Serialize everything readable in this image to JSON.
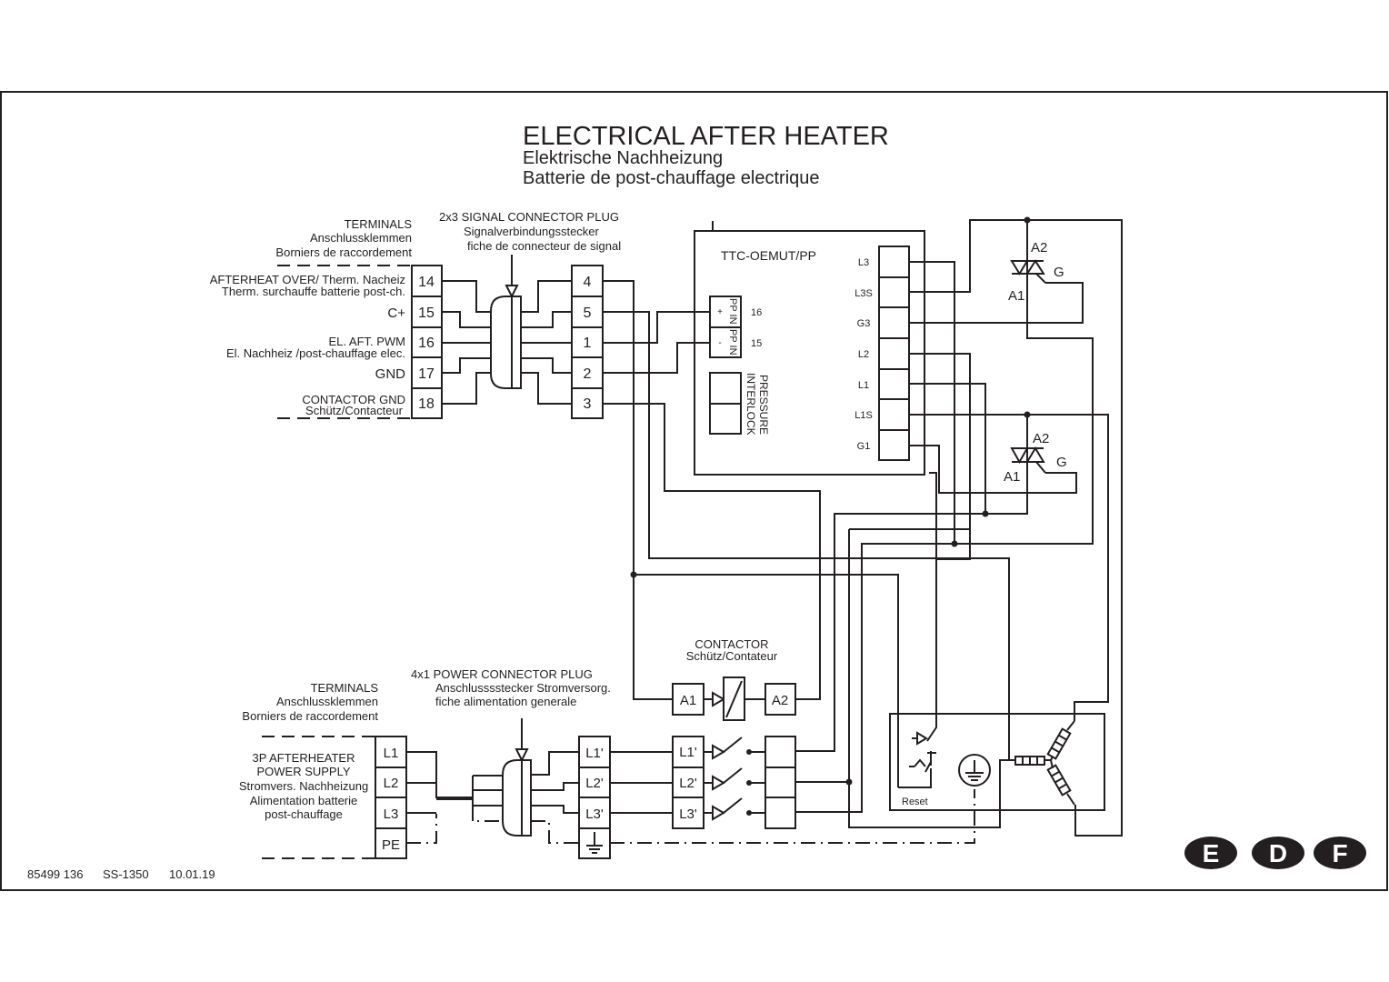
{
  "title": {
    "main": "ELECTRICAL AFTER HEATER",
    "de": "Elektrische Nachheizung",
    "fr": "Batterie de post-chauffage electrique"
  },
  "signal_terminals": {
    "heading": [
      "TERMINALS",
      "Anschlussklemmen",
      "Borniers de raccordement"
    ],
    "rows": [
      {
        "number": "14",
        "label1": "AFTERHEAT OVER/ Therm. Nacheiz",
        "label2": "Therm. surchauffe batterie post-ch."
      },
      {
        "number": "15",
        "label1": "C+",
        "label2": ""
      },
      {
        "number": "16",
        "label1": "EL. AFT. PWM",
        "label2": "El. Nachheiz /post-chauffage elec."
      },
      {
        "number": "17",
        "label1": "GND",
        "label2": ""
      },
      {
        "number": "18",
        "label1": "CONTACTOR GND",
        "label2": "Schütz/Contacteur"
      }
    ]
  },
  "signal_plug": {
    "heading": [
      "2x3 SIGNAL CONNECTOR PLUG",
      "Signalverbindungsstecker",
      "fiche de connecteur de signal"
    ],
    "pins": [
      "4",
      "5",
      "1",
      "2",
      "3"
    ]
  },
  "controller": {
    "name": "TTC-OEMUT/PP",
    "pp_in": {
      "label": "PP IN",
      "plus": "+",
      "minus": "-",
      "num_plus": "16",
      "num_minus": "15"
    },
    "pressure_interlock": [
      "PRESSURE",
      "INTERLOCK"
    ],
    "outputs": [
      "L3",
      "L3S",
      "G3",
      "L2",
      "L1",
      "L1S",
      "G1"
    ]
  },
  "triacs": [
    {
      "a2": "A2",
      "a1": "A1",
      "g": "G"
    },
    {
      "a2": "A2",
      "a1": "A1",
      "g": "G"
    }
  ],
  "contactor": {
    "heading": [
      "CONTACTOR",
      "Schütz/Contateur"
    ],
    "coil": [
      "A1",
      "A2"
    ],
    "contacts": [
      "L1'",
      "L2'",
      "L3'"
    ]
  },
  "power_terminals": {
    "heading": [
      "TERMINALS",
      "Anschlussklemmen",
      "Borniers de raccordement"
    ],
    "supply_label": [
      "3P AFTERHEATER",
      "POWER SUPPLY",
      "Stromvers. Nachheizung",
      "Alimentation batterie",
      "post-chauffage"
    ],
    "rows": [
      "L1",
      "L2",
      "L3",
      "PE"
    ]
  },
  "power_plug": {
    "heading": [
      "4x1 POWER CONNECTOR PLUG",
      "Anschlusssstecker Stromversorg.",
      "fiche alimentation generale"
    ],
    "pins": [
      "L1'",
      "L2'",
      "L3'",
      "earth"
    ]
  },
  "heater": {
    "reset_label": "Reset"
  },
  "footer": {
    "doc_number": "85499 136",
    "code": "SS-1350",
    "date": "10.01.19"
  },
  "languages": [
    "E",
    "D",
    "F"
  ]
}
